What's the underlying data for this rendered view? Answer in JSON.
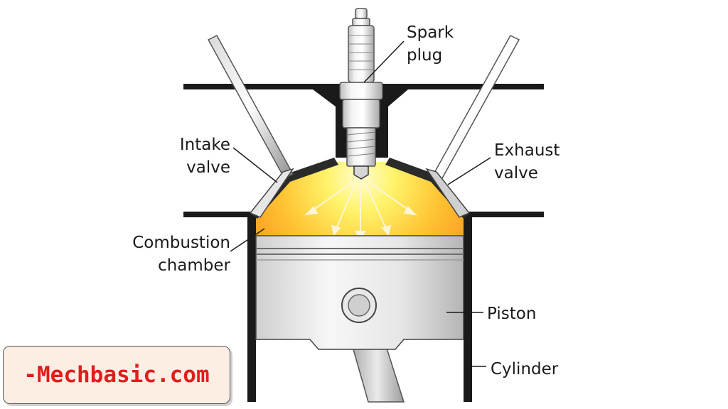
{
  "labels": {
    "spark_plug": [
      "Spark",
      "plug"
    ],
    "intake_valve": [
      "Intake",
      "valve"
    ],
    "exhaust_valve": [
      "Exhaust",
      "valve"
    ],
    "combustion_chamber": [
      "Combustion",
      "chamber"
    ],
    "piston": "Piston",
    "cylinder": "Cylinder"
  },
  "watermark": "-Mechbasic.com",
  "colors": {
    "ink": "#1a1a1a",
    "metal_light": "#eeeeee",
    "metal_dark": "#9a9a9a",
    "flame_core": "#fff36a",
    "flame_outer": "#f7941d",
    "watermark_text": "#e11d1d",
    "watermark_bg": "#fdeee4"
  }
}
